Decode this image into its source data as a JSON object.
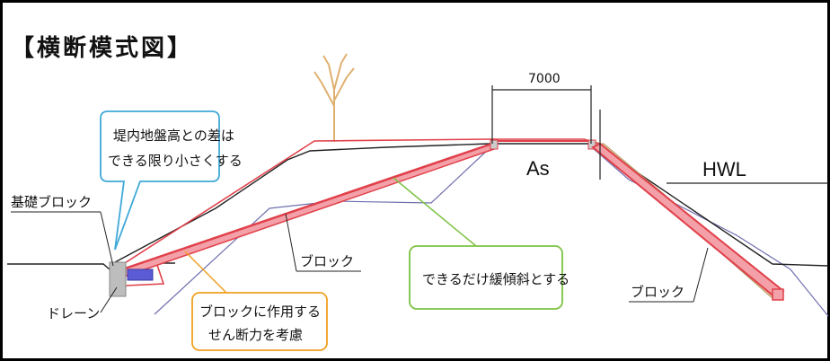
{
  "title": "【横断模式図】",
  "dimension": "7000",
  "labels": {
    "as": "As",
    "hwl": "HWL",
    "foundation_block": "基礎ブロック",
    "drain": "ドレーン",
    "block_center": "ブロック",
    "block_right": "ブロック"
  },
  "callouts": {
    "blue": [
      "堤内地盤高との差は",
      "できる限り小さくする"
    ],
    "green": [
      "できるだけ緩傾斜とする"
    ],
    "orange": [
      "ブロックに作用する",
      "せん断力を考慮"
    ]
  },
  "colors": {
    "blue_callout": "#3fa9d8",
    "green_callout": "#7cc242",
    "orange_callout": "#f0a020",
    "revetment_red": "#e0404a",
    "original_ground": "#7070b0"
  }
}
